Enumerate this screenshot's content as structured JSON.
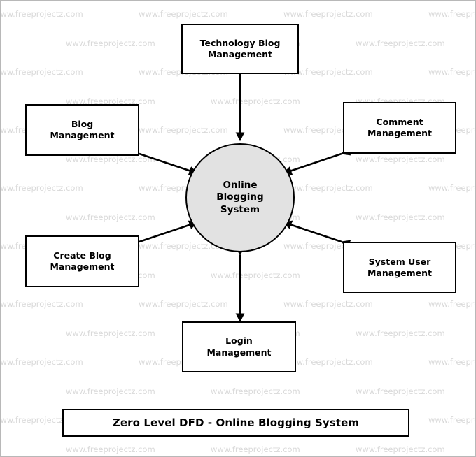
{
  "diagram": {
    "type": "data-flow-diagram",
    "level": "Zero Level DFD",
    "title": "Zero Level DFD - Online Blogging System",
    "process": {
      "name": "Online Blogging System",
      "label_lines": [
        "Online",
        "Blogging",
        "System"
      ],
      "shape": "circle",
      "fill_color": "#e2e2e2",
      "border_color": "#000000"
    },
    "entities": [
      {
        "id": "technology-blog-management",
        "name": "Technology Blog Management",
        "label_lines": [
          "Technology Blog",
          "Management"
        ],
        "position": "top"
      },
      {
        "id": "blog-management",
        "name": "Blog Management",
        "label_lines": [
          "Blog",
          "Management"
        ],
        "position": "top-left"
      },
      {
        "id": "comment-management",
        "name": "Comment Management",
        "label_lines": [
          "Comment",
          "Management"
        ],
        "position": "top-right"
      },
      {
        "id": "create-blog-management",
        "name": "Create Blog Management",
        "label_lines": [
          "Create Blog",
          "Management"
        ],
        "position": "bottom-left"
      },
      {
        "id": "system-user-management",
        "name": "System User Management",
        "label_lines": [
          "System User",
          "Management"
        ],
        "position": "bottom-right"
      },
      {
        "id": "login-management",
        "name": "Login Management",
        "label_lines": [
          "Login",
          "Management"
        ],
        "position": "bottom"
      }
    ],
    "flows": [
      {
        "from": "technology-blog-management",
        "to": "Online Blogging System",
        "direction": "bidirectional"
      },
      {
        "from": "blog-management",
        "to": "Online Blogging System",
        "direction": "bidirectional"
      },
      {
        "from": "comment-management",
        "to": "Online Blogging System",
        "direction": "bidirectional"
      },
      {
        "from": "create-blog-management",
        "to": "Online Blogging System",
        "direction": "bidirectional"
      },
      {
        "from": "system-user-management",
        "to": "Online Blogging System",
        "direction": "bidirectional"
      },
      {
        "from": "login-management",
        "to": "Online Blogging System",
        "direction": "bidirectional"
      }
    ]
  },
  "watermark": {
    "text": "www.freeprojectz.com",
    "color": "#d9d9d9"
  }
}
